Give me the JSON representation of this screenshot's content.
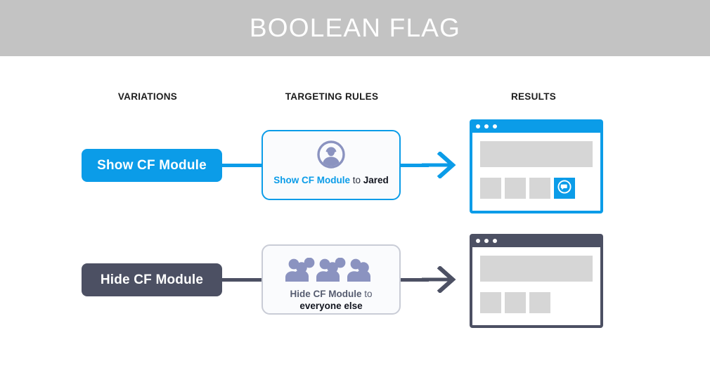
{
  "header": {
    "title": "BOOLEAN FLAG",
    "band_color": "#c3c3c3",
    "title_color": "#ffffff"
  },
  "columns": {
    "variations_label": "VARIATIONS",
    "targeting_label": "TARGETING RULES",
    "results_label": "RESULTS"
  },
  "colors": {
    "accent_blue": "#0b9ce8",
    "slate_gray": "#4c5063",
    "icon_purple": "#8b93c0",
    "placeholder_gray": "#d6d6d6",
    "card_border_gray": "#c9ccd6",
    "card_background": "#fafbfd"
  },
  "rows": [
    {
      "variation": {
        "label": "Show CF Module",
        "style": "blue"
      },
      "rule": {
        "icon": "single-user-icon",
        "text_prefix": "Show CF Module",
        "text_connector": " to ",
        "text_target": "Jared",
        "style": "blue"
      },
      "arrow": {
        "style": "blue"
      },
      "result": {
        "style": "blue",
        "dots": 3,
        "banner": "content-banner-placeholder",
        "tiles": [
          {
            "type": "placeholder"
          },
          {
            "type": "placeholder"
          },
          {
            "type": "placeholder"
          },
          {
            "type": "flagged",
            "icon": "chat-flag-icon"
          }
        ]
      }
    },
    {
      "variation": {
        "label": "Hide CF Module",
        "style": "gray"
      },
      "rule": {
        "icon": "crowd-of-people-icon",
        "text_prefix": "Hide CF Module",
        "text_connector": " to",
        "text_target": "everyone else",
        "style": "gray"
      },
      "arrow": {
        "style": "gray"
      },
      "result": {
        "style": "gray",
        "dots": 3,
        "banner": "content-banner-placeholder",
        "tiles": [
          {
            "type": "placeholder"
          },
          {
            "type": "placeholder"
          },
          {
            "type": "placeholder"
          }
        ]
      }
    }
  ]
}
